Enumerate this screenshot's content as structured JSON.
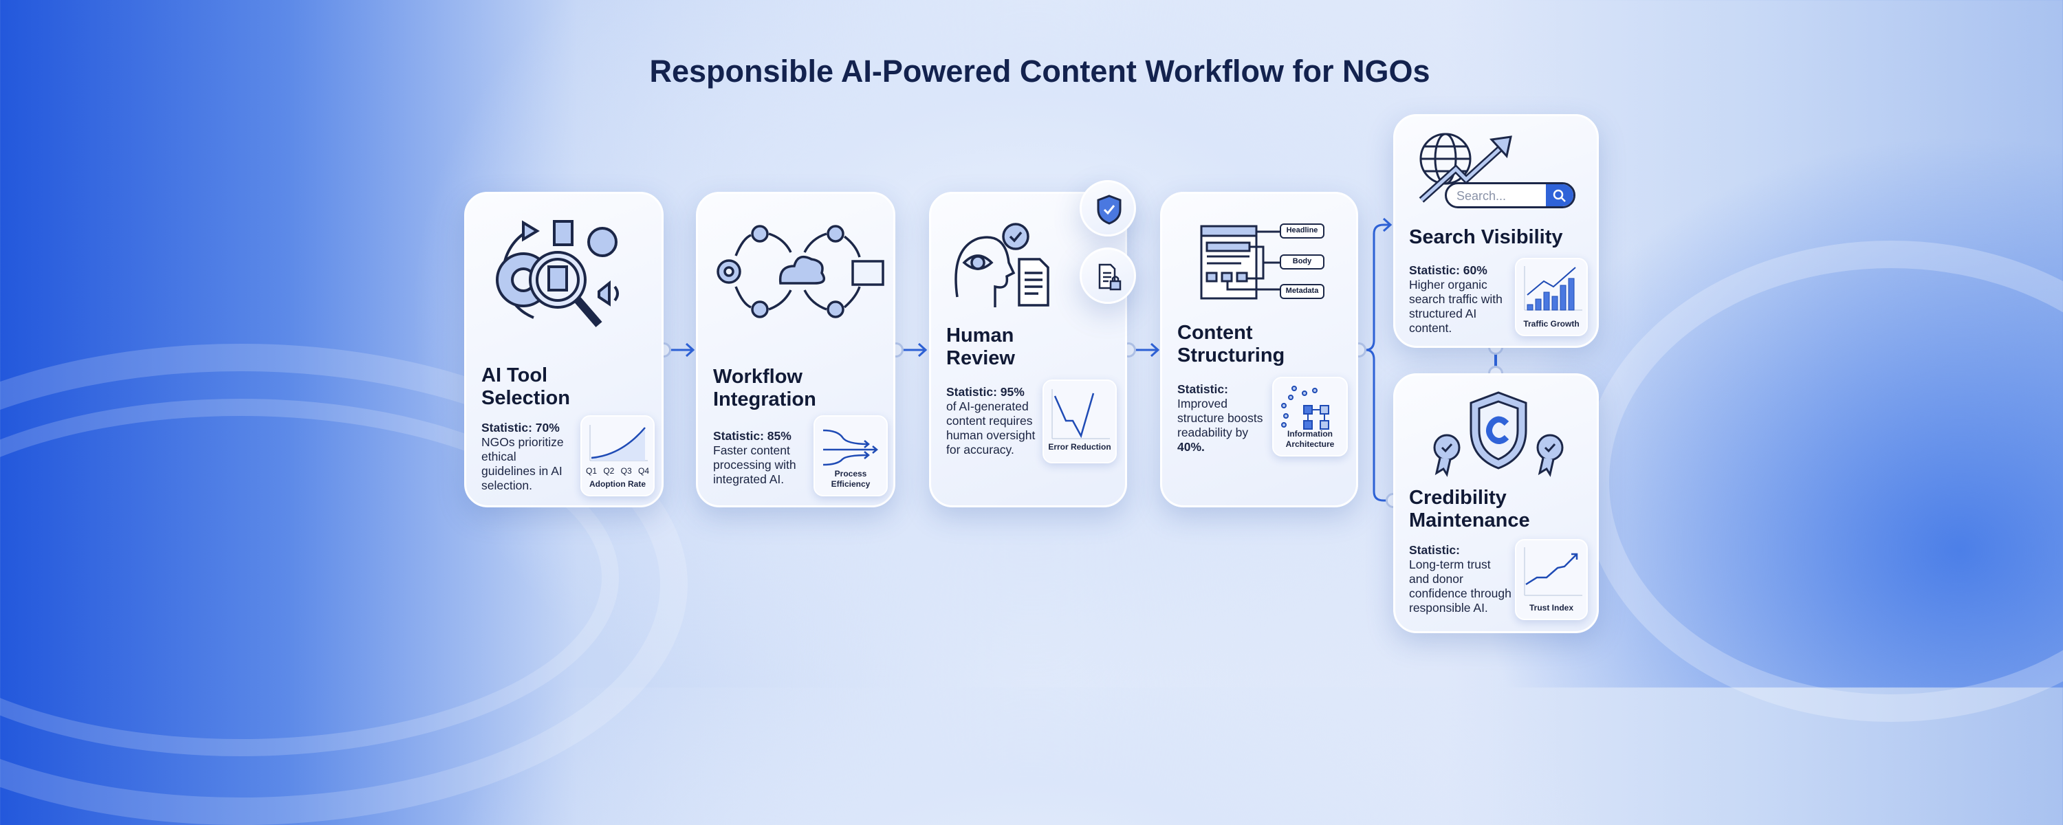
{
  "title": "Responsible AI-Powered Content Workflow for NGOs",
  "colors": {
    "accent": "#2f63d8",
    "navy": "#13224e",
    "icon_fill": "#b7caf1"
  },
  "steps": [
    {
      "title_line1": "AI Tool",
      "title_line2": "Selection",
      "stat_label": "Statistic: 70%",
      "stat_text": "NGOs prioritize ethical guidelines in AI selection.",
      "mini_label": "Adoption Rate",
      "mini_ticks": [
        "Q1",
        "Q2",
        "Q3",
        "Q4"
      ],
      "icon": "gear-magnifier-document-icon"
    },
    {
      "title_line1": "Workflow",
      "title_line2": "Integration",
      "stat_label": "Statistic: 85%",
      "stat_text": "Faster content processing with integrated AI.",
      "mini_label": "Process Efficiency",
      "icon": "cloud-gear-cycle-icon"
    },
    {
      "title_line1": "Human",
      "title_line2": "Review",
      "stat_label": "Statistic: 95%",
      "stat_text": "of AI-generated content requires human oversight for accuracy.",
      "mini_label": "Error Reduction",
      "icon": "human-eye-review-icon"
    },
    {
      "title_line1": "Content",
      "title_line2": "Structuring",
      "stat_label": "Statistic:",
      "stat_text": "Improved structure boosts readability by",
      "stat_bold_tail": "40%.",
      "mini_label": "Information Architecture",
      "tags": [
        "Headline",
        "Body",
        "Metadata"
      ],
      "icon": "document-structure-icon"
    },
    {
      "title": "Search Visibility",
      "stat_label": "Statistic: 60%",
      "stat_text": "Higher organic search traffic with structured AI content.",
      "mini_label": "Traffic Growth",
      "search_placeholder": "Search...",
      "icon": "globe-growth-icon"
    },
    {
      "title_line1": "Credibility",
      "title_line2": "Maintenance",
      "stat_label": "Statistic:",
      "stat_text": "Long-term trust and donor confidence through responsible AI.",
      "mini_label": "Trust Index",
      "icon": "shield-badge-icon"
    }
  ]
}
